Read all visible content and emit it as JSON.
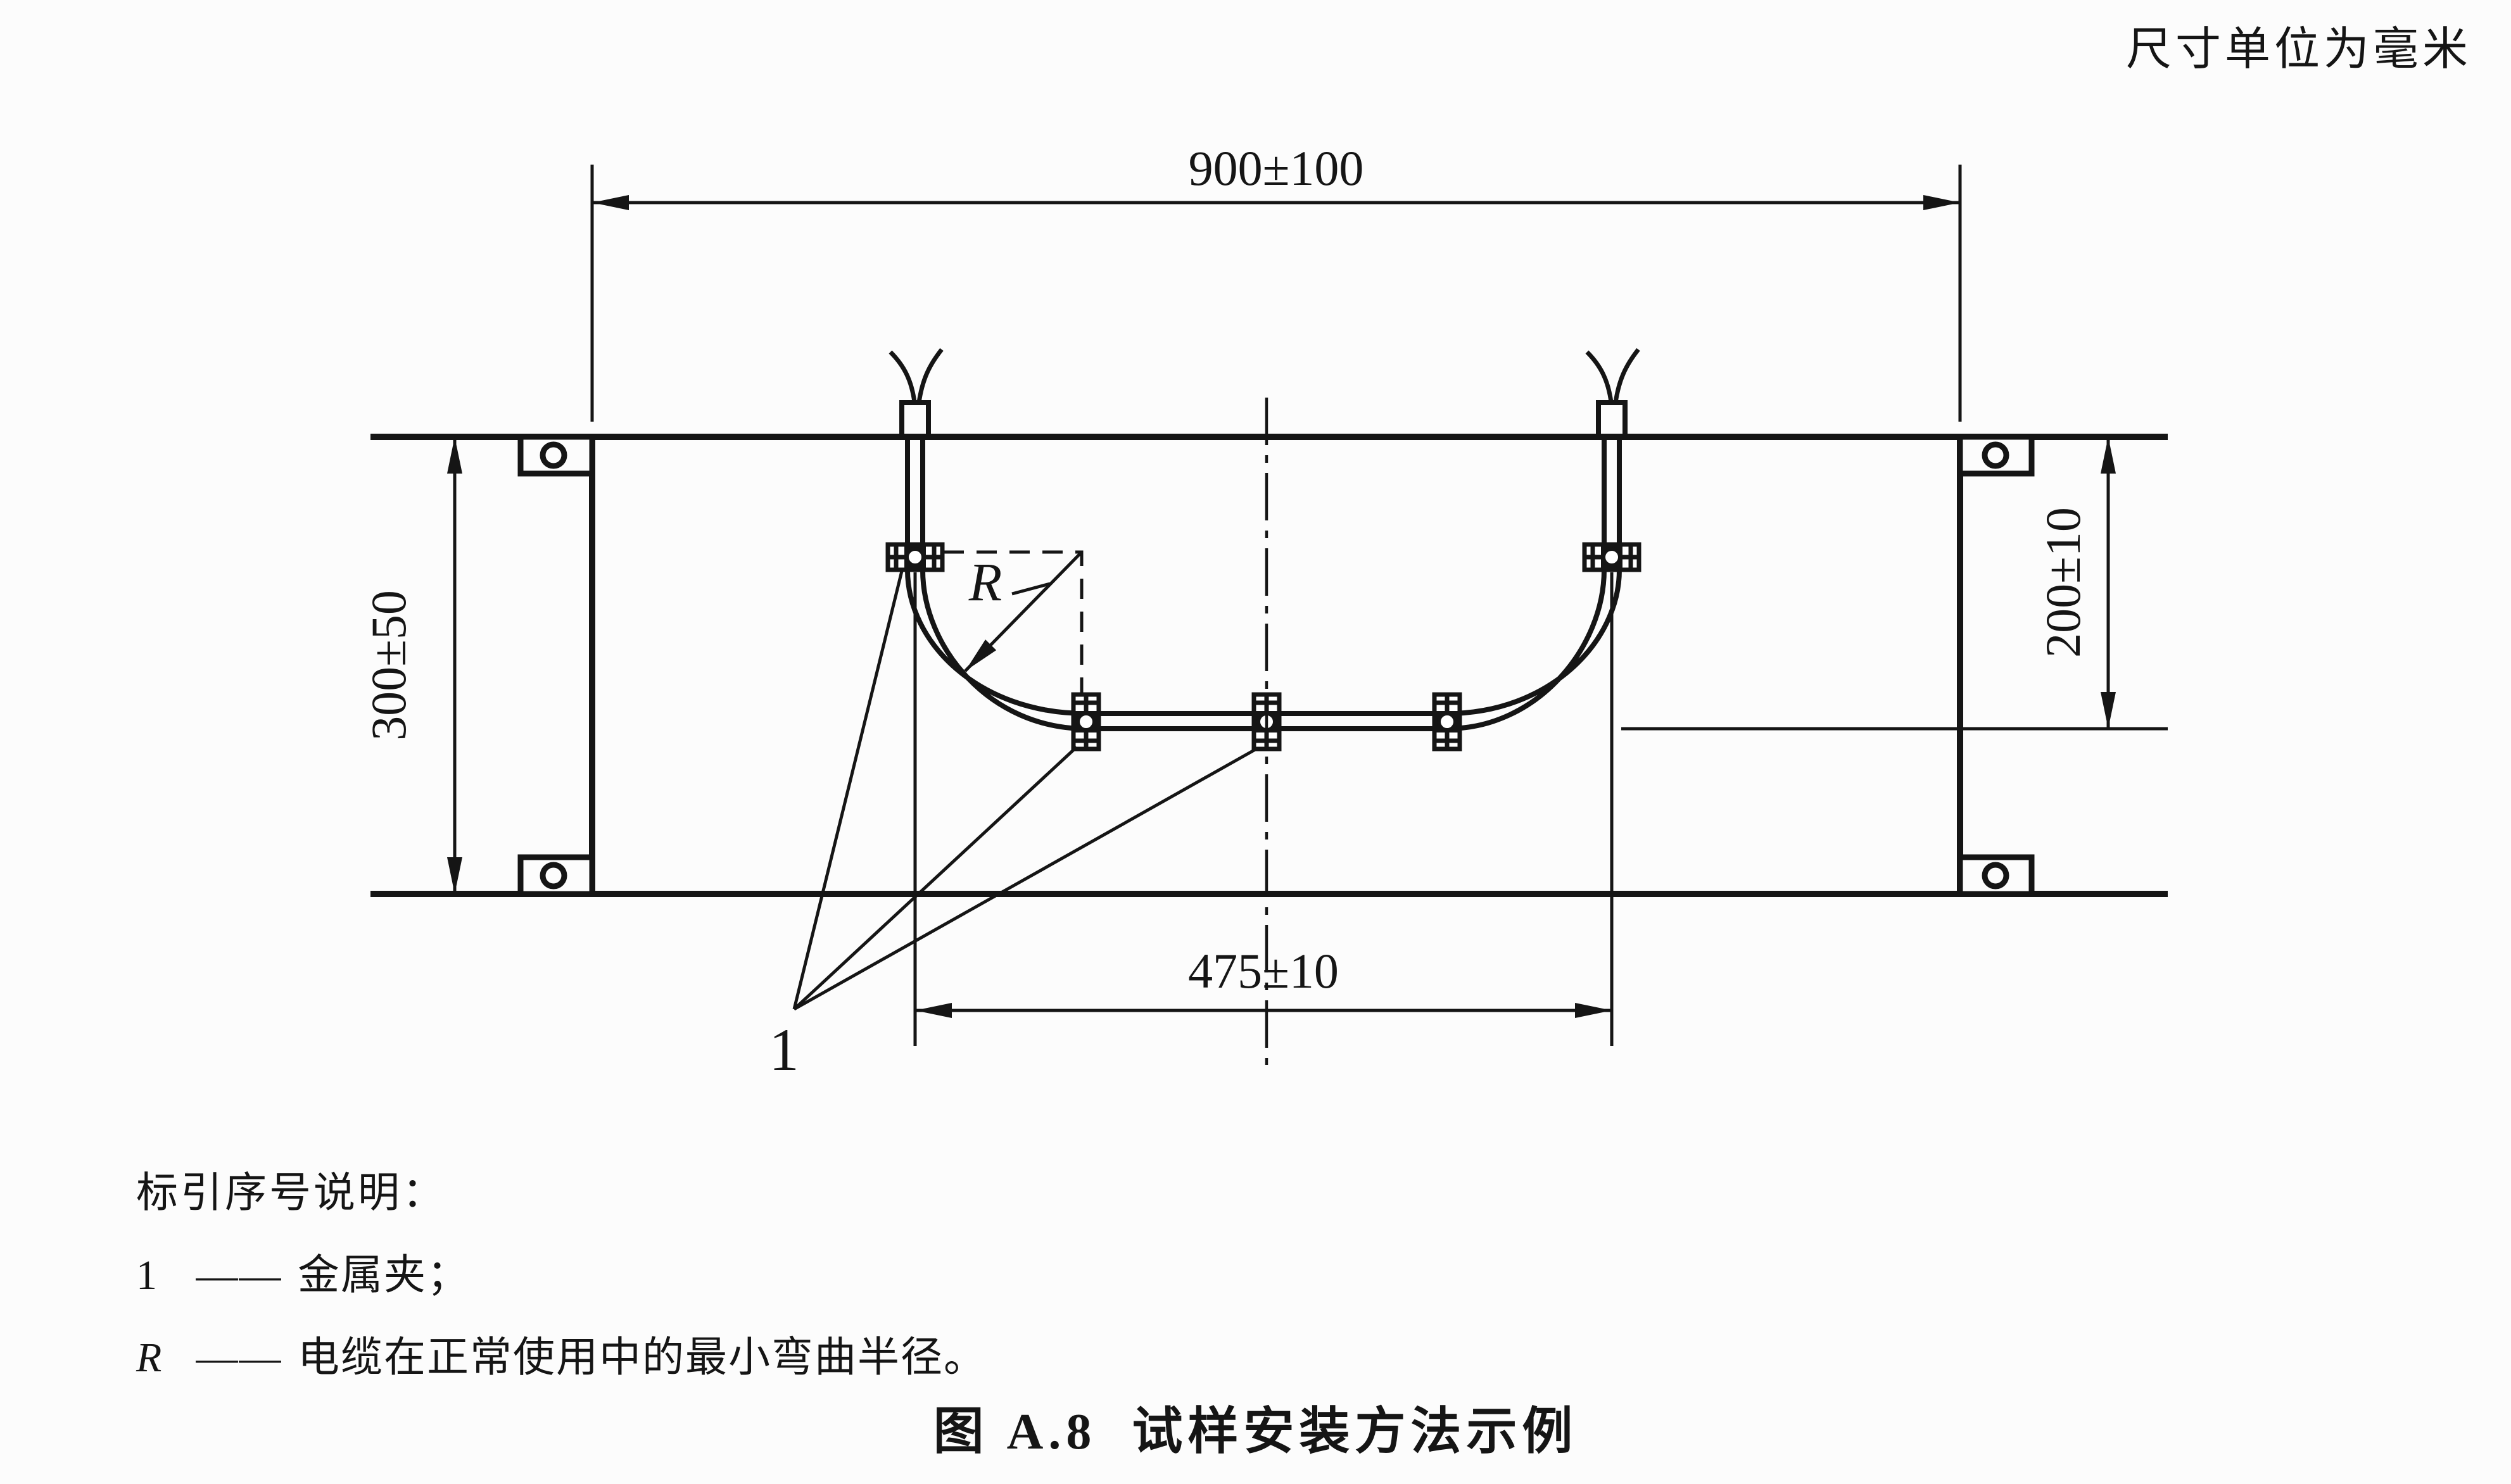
{
  "page": {
    "background": "#fcfcfc",
    "ink": "#151515"
  },
  "unit_note": "尺寸单位为毫米",
  "dimensions": {
    "width_top": "900±100",
    "height_left": "300±50",
    "height_right": "200±10",
    "span_bottom": "475±10"
  },
  "labels": {
    "clamp_ref": "1",
    "radius_ref": "R"
  },
  "legend": {
    "title": "标引序号说明：",
    "items": [
      {
        "ref": "1",
        "separator": "——",
        "text": "金属夹；"
      },
      {
        "ref": "R",
        "separator": "——",
        "text": "电缆在正常使用中的最小弯曲半径。"
      }
    ]
  },
  "caption": {
    "figure_no": "图 A.8",
    "title": "试样安装方法示例"
  }
}
